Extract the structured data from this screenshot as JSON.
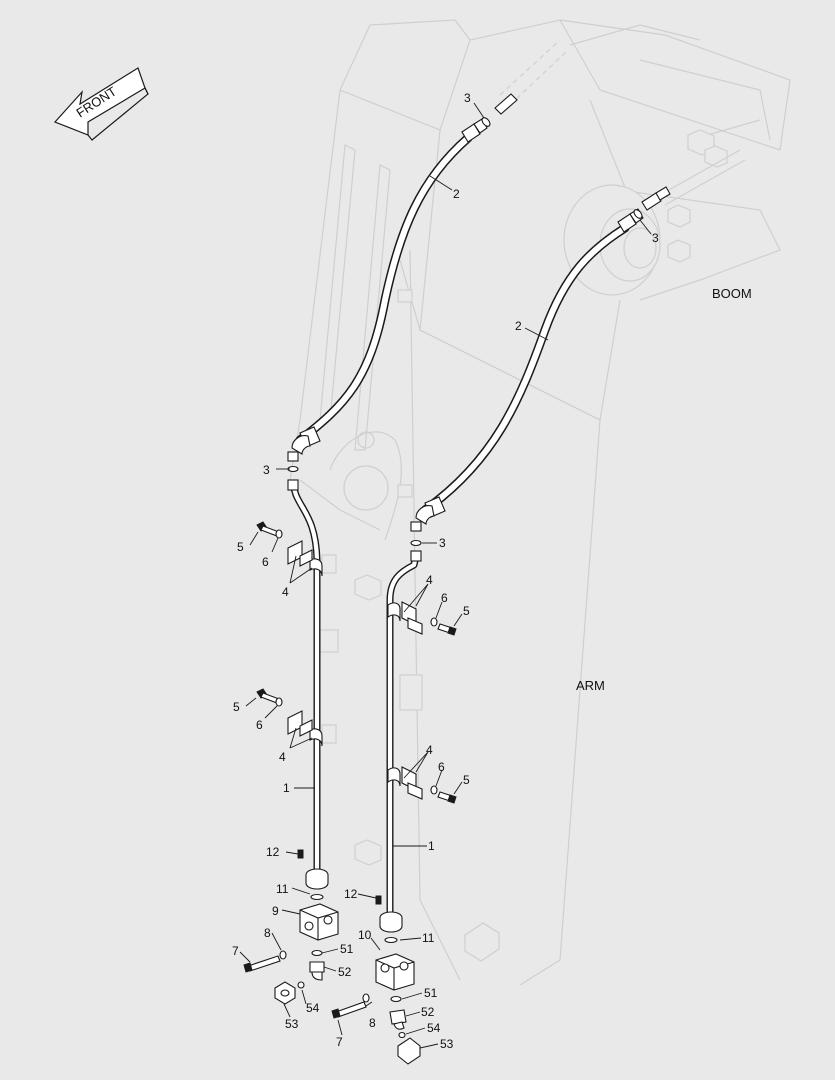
{
  "direction": {
    "label": "FRONT"
  },
  "regions": {
    "boom": "BOOM",
    "arm": "ARM"
  },
  "callouts": {
    "hose_top_left": "2",
    "hose_top_right": "2",
    "oring_a": "3",
    "oring_b": "3",
    "oring_c": "3",
    "oring_d": "3",
    "clamp_1": "4",
    "clamp_2": "4",
    "clamp_3": "4",
    "clamp_4": "4",
    "bolt_1": "5",
    "bolt_2": "5",
    "bolt_3": "5",
    "bolt_4": "5",
    "washer_1": "6",
    "washer_2": "6",
    "washer_3": "6",
    "washer_4": "6",
    "pipe_left": "1",
    "pipe_right": "1",
    "screw_left": "12",
    "screw_right": "12",
    "oring_11_left": "11",
    "oring_11_right": "11",
    "block_left": "9",
    "block_right": "10",
    "washer_8_left": "8",
    "washer_8_right": "8",
    "bolt_7_left": "7",
    "bolt_7_right": "7",
    "oring_51_left": "51",
    "oring_51_right": "51",
    "elbow_52_left": "52",
    "elbow_52_right": "52",
    "ring_54_left": "54",
    "ring_54_right": "54",
    "cap_53_left": "53",
    "cap_53_right": "53"
  }
}
